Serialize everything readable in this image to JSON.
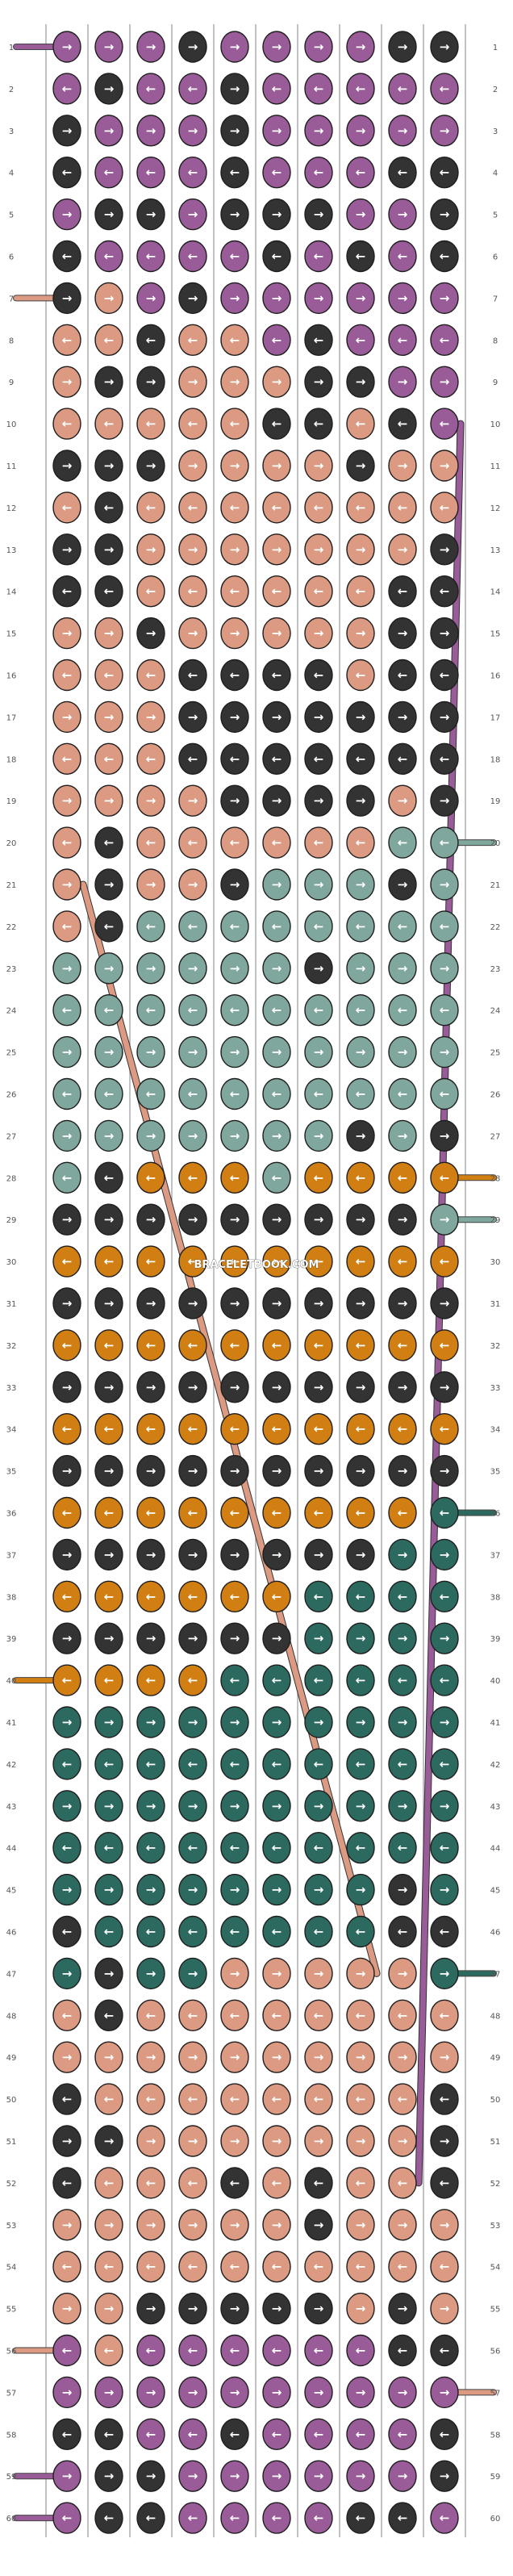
{
  "watermark": "BRACELETBOOK.COM",
  "row_labels": [
    "1",
    "2",
    "3",
    "4",
    "5",
    "6",
    "7",
    "8",
    "9",
    "10",
    "11",
    "12",
    "13",
    "14",
    "15",
    "16",
    "17",
    "18",
    "19",
    "20",
    "21",
    "22",
    "23",
    "24",
    "25",
    "26",
    "27",
    "28",
    "29",
    "30",
    "31",
    "32",
    "33",
    "34",
    "35",
    "36",
    "37",
    "38",
    "39",
    "40",
    "41",
    "42",
    "43",
    "44",
    "45",
    "46",
    "47",
    "48",
    "49",
    "50",
    "51",
    "52",
    "53",
    "54",
    "55",
    "56",
    "57",
    "58",
    "59",
    "60"
  ],
  "colors": {
    "P": "#9a5c98",
    "K": "#333333",
    "S": "#dc9a82",
    "T": "#7fa79e",
    "O": "#d17f12",
    "G": "#2c6a60"
  },
  "rows": [
    "PPPKPPPPKK",
    "PKPPKPPPPP",
    "KPPPKPPPPP",
    "KPPPKPPPKK",
    "PKKPKKKPPK",
    "KPPPPKPKPK",
    "KSPKPPPPPP",
    "SSKSSPKPPP",
    "SKKSSSKKPP",
    "SSSSSKKSKP",
    "KKKSSSSKSS",
    "SKSSSSSSSS",
    "KKSSSSSSSK",
    "KKSSSSSSKK",
    "SSKSSSSSKK",
    "SSSKKKKSKK",
    "SSSKKKKKKK",
    "SSSKKKKKKK",
    "SSSSKKKKSK",
    "SKSSSSSSTT",
    "SKSSKTTTKT",
    "SKTTTTTTTT",
    "TTTTTTKTTT",
    "TTTTTTTTTT",
    "TTTTTTTTTT",
    "TTTTTTTTTT",
    "TTTTTTTKTK",
    "TKOOOTOOOO",
    "KKKKKKKKKT",
    "OOOOOOOOOO",
    "KKKKKKKKKK",
    "OOOOOOOOOO",
    "KKKKKKKKKK",
    "OOOOOOOOOO",
    "KKKKKKKKKK",
    "OOOOOOOOOG",
    "KKKKKKKKGG",
    "OOOOOOGGGG",
    "KKKKKKGGGG",
    "OOOOGGGGGG",
    "GGGGGGGGGG",
    "GGGGGGGGGG",
    "GGGGGGGGGG",
    "GGGGGGGGGG",
    "GGGGGGGGKG",
    "KGGGGGGGKK",
    "GKGGSSSSSG",
    "SKSSSSSSSS",
    "SSSSSSSSSS",
    "KSSSSSSSSK",
    "KKSSSSSSSK",
    "KSSSKSKSSK",
    "SSSSSSKSSS",
    "SSSSSSSSSS",
    "SSKKKKKSKS",
    "PSPPPPPPKK",
    "PPPPPPPPPP",
    "KKPPKPPPPK",
    "PKKPPPPPPK",
    "PKKPPPPKKP"
  ],
  "arrows": [
    "RRRRRRRRRR",
    "LRLLRLLLLL",
    "RRRRRRRRRR",
    "LLLLLLLLLL",
    "RRRRRRRRRR",
    "LLLLLLLLLL",
    "RRRRRRRRRR",
    "LLLLLLLLLL",
    "RRRRRRRRRR",
    "LLLLLLLLLL",
    "RRRRRRRRRR",
    "LLLLLLLLLL",
    "RRRRRRRRRR",
    "LLLLLLLLLL",
    "RRRRRRRRRR",
    "LLLLLLLLLL",
    "RRRRRRRRRR",
    "LLLLLLLLLL",
    "RRRRRRRRRR",
    "LLLLLLLLLL",
    "RRRRRRRRRR",
    "LLLLLLLLLL",
    "RRRRRRRRRR",
    "LLLLLLLLLL",
    "RRRRRRRRRR",
    "LLLLLLLLLL",
    "RRRRRRRRRR",
    "LLLLLLLLLL",
    "RRRRRRRRRR",
    "LLLLLLLLLL",
    "RRRRRRRRRR",
    "LLLLLLLLLL",
    "RRRRRRRRRR",
    "LLLLLLLLLL",
    "RRRRRRRRRR",
    "LLLLLLLLLL",
    "RRRRRRRRRR",
    "LLLLLLLLLL",
    "RRRRRRRRRR",
    "LLLLLLLLLL",
    "RRRRRRRRRR",
    "LLLLLLLLLL",
    "RRRRRRRRRR",
    "LLLLLLLLLL",
    "RRRRRRRRRR",
    "LLLLLLLLLL",
    "RRRRRRRRRR",
    "LLLLLLLLLL",
    "RRRRRRRRRR",
    "LLLLLLLLLL",
    "RRRRRRRRRR",
    "LLLLLLLLLL",
    "RRRRRRRRRR",
    "LLLLLLLLLL",
    "RRRRRRRRRR",
    "LLLLLLLLLL",
    "RRRRRRRRRR",
    "LLLLLLLLLL",
    "RRRRRRRRRR",
    "LLLLLLLLLL"
  ],
  "thread_ends": [
    {
      "row": 1,
      "side": "left",
      "color": "P"
    },
    {
      "row": 7,
      "side": "left",
      "color": "S"
    },
    {
      "row": 20,
      "side": "right",
      "color": "T"
    },
    {
      "row": 28,
      "side": "right",
      "color": "O"
    },
    {
      "row": 29,
      "side": "right",
      "color": "T"
    },
    {
      "row": 36,
      "side": "right",
      "color": "G"
    },
    {
      "row": 40,
      "side": "left",
      "color": "O"
    },
    {
      "row": 47,
      "side": "right",
      "color": "G"
    },
    {
      "row": 56,
      "side": "left",
      "color": "S"
    },
    {
      "row": 57,
      "side": "right",
      "color": "S"
    },
    {
      "row": 59,
      "side": "left",
      "color": "P"
    },
    {
      "row": 60,
      "side": "left",
      "color": "P"
    }
  ],
  "long_threads": [
    {
      "color": "P",
      "from_row": 10,
      "to_row": 52,
      "from_col": 10,
      "to_col": 9
    },
    {
      "color": "S",
      "from_row": 21,
      "to_row": 47,
      "from_col": 1,
      "to_col": 8
    }
  ]
}
